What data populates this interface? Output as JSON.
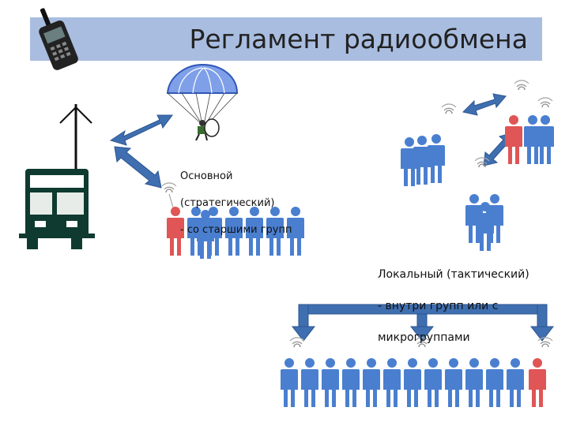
{
  "title": "Регламент радиообмена",
  "labels": {
    "main_line1": "Основной",
    "main_line2": "(стратегический)",
    "main_line3": "- со старшими групп",
    "local_line1": "Локальный (тактический)",
    "local_line2": "- внутри групп или с",
    "local_line3": "микрогруппами"
  },
  "colors": {
    "title_bar": "#a9bde0",
    "person_blue": "#4a7fd0",
    "person_red": "#e05555",
    "arrow": "#3f6fb0",
    "vehicle": "#0f3a2f"
  },
  "icons": [
    "radio-handset-icon",
    "antenna-icon",
    "vehicle-icon",
    "parachute-icon",
    "signal-icon"
  ]
}
